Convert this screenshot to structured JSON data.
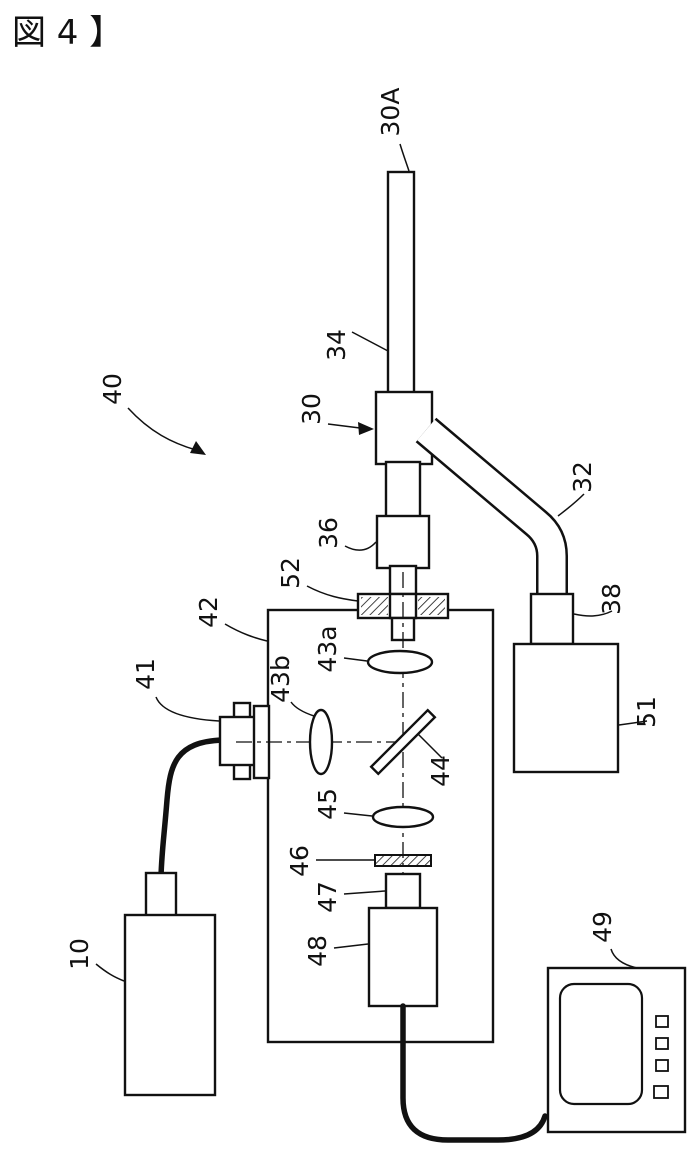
{
  "figure": {
    "title": "図 4 】"
  },
  "colors": {
    "line": "#111111",
    "background": "#ffffff"
  },
  "labels": {
    "l30A": "30A",
    "l34": "34",
    "l40": "40",
    "l30": "30",
    "l32": "32",
    "l36": "36",
    "l52": "52",
    "l42": "42",
    "l43a": "43a",
    "l43b": "43b",
    "l41": "41",
    "l44": "44",
    "l45": "45",
    "l46": "46",
    "l47": "47",
    "l48": "48",
    "l10": "10",
    "l38": "38",
    "l51": "51",
    "l49": "49"
  }
}
